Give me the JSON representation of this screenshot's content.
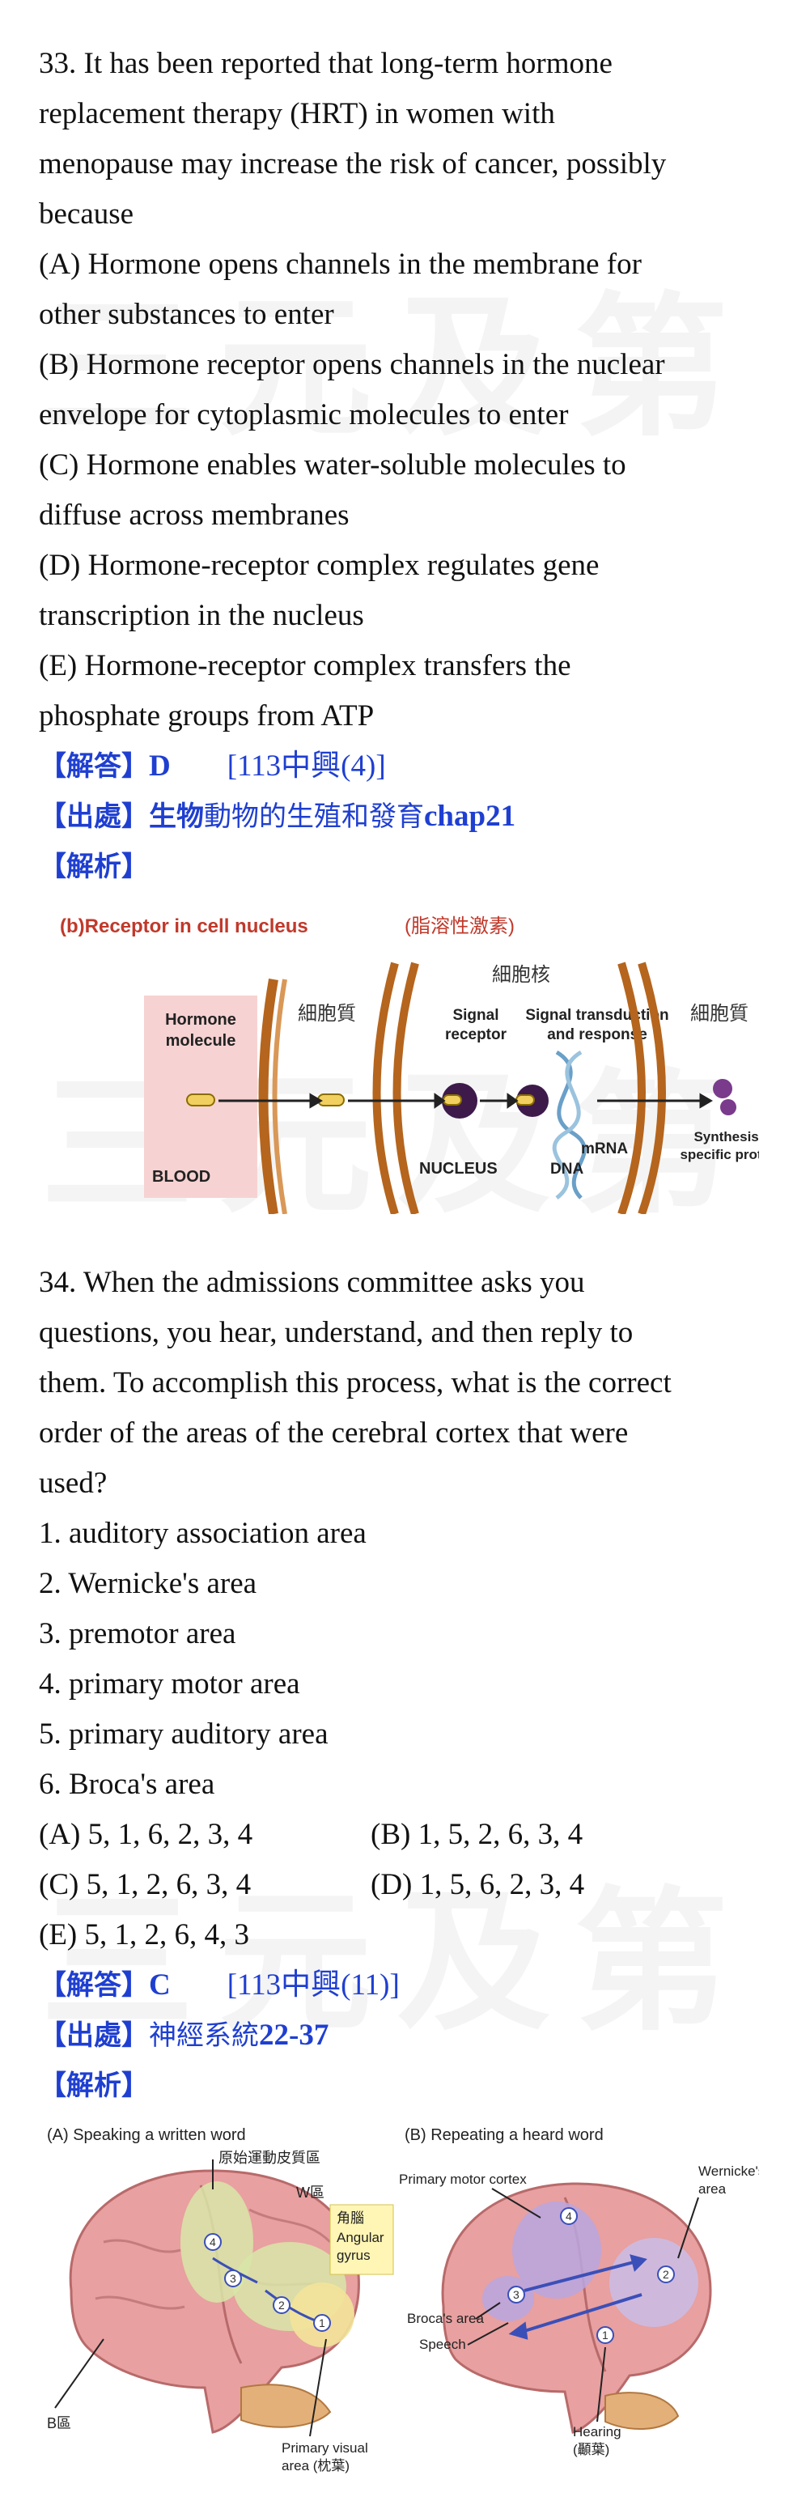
{
  "watermark": "三元及第",
  "q33": {
    "lines": [
      "33. It has been reported that long-term hormone",
      "replacement therapy (HRT) in women with",
      "menopause may increase the risk of cancer, possibly",
      "because",
      "(A) Hormone opens channels in the membrane for",
      "other substances to enter",
      "(B) Hormone receptor opens channels in the nuclear",
      "envelope for cytoplasmic molecules to enter",
      "(C) Hormone enables water-soluble molecules to",
      "diffuse across membranes",
      "(D) Hormone-receptor complex regulates gene",
      "transcription in the nucleus",
      "(E) Hormone-receptor complex transfers the",
      "phosphate groups from ATP"
    ],
    "answer_label": "【解答】",
    "answer": "D",
    "answer_ref": "[113中興(4)]",
    "source_label": "【出處】",
    "source_bold": "生物",
    "source_text": "動物的生殖和發育",
    "source_chap": "chap21",
    "analysis_label": "【解析】",
    "figure": {
      "title": "(b)Receptor in cell nucleus",
      "title_cn": "(脂溶性激素)",
      "nucleus_cn": "細胞核",
      "cytoplasm_left_cn": "細胞質",
      "cytoplasm_right_cn": "細胞質",
      "hormone_line1": "Hormone",
      "hormone_line2": "molecule",
      "signal_receptor_1": "Signal",
      "signal_receptor_2": "receptor",
      "transduction_1": "Signal transduction",
      "transduction_2": "and response",
      "blood": "BLOOD",
      "nucleus": "NUCLEUS",
      "dna": "DNA",
      "mrna": "mRNA",
      "synthesis_1": "Synthesis of",
      "synthesis_2": "specific proteins",
      "colors": {
        "title": "#c0392b",
        "membrane": "#b5651d",
        "blood_fill": "#f7d2d2",
        "receptor": "#3d1a4a",
        "protein": "#7a3b8c"
      }
    }
  },
  "q34": {
    "lines": [
      "34. When the admissions committee asks you",
      "questions, you hear, understand, and then reply to",
      "them. To accomplish this process, what is the correct",
      "order of the areas of the cerebral cortex that were",
      "used?",
      "1. auditory association area",
      "2. Wernicke's area",
      "3. premotor area",
      "4. primary motor area",
      "5. primary auditory area",
      "6. Broca's area"
    ],
    "options": {
      "a": "(A) 5, 1, 6, 2, 3, 4",
      "b": "(B) 1, 5, 2, 6, 3, 4",
      "c": "(C) 5, 1, 2, 6, 3, 4",
      "d": "(D) 1, 5, 6, 2, 3, 4",
      "e": "(E) 5, 1, 2, 6, 4, 3"
    },
    "answer_label": "【解答】",
    "answer": "C",
    "answer_ref": "[113中興(11)]",
    "source_label": "【出處】",
    "source_text": "神經系統",
    "source_chap": "22-37",
    "analysis_label": "【解析】",
    "figure": {
      "title_a": "(A) Speaking a written word",
      "title_b": "(B) Repeating a heard word",
      "motor_cn": "原始運動皮質區",
      "w_cn": "W區",
      "angular_cn": "角腦",
      "angular_1": "Angular",
      "angular_2": "gyrus",
      "b_cn": "B區",
      "visual_1": "Primary visual",
      "visual_2": "area (枕葉)",
      "motor_en": "Primary motor cortex",
      "wernicke_1": "Wernicke's",
      "wernicke_2": "area",
      "broca": "Broca's area",
      "speech": "Speech",
      "hearing_1": "Hearing",
      "hearing_2": "(顳葉)",
      "colors": {
        "brain": "#e8a0a0",
        "highlight_green": "#d8e6a8",
        "highlight_yellow": "#f3e39a",
        "highlight_purple": "#b9a6e0",
        "arrow": "#3b4fb8"
      }
    }
  }
}
